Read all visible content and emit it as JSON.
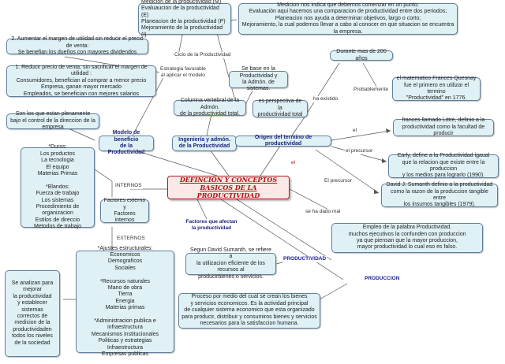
{
  "central": "DEFINCIÓN Y CONCEPTOS\nBASICOS DE LA PRODUCTIVIDAD",
  "nodes": {
    "fases": "Medicion de la productividad          (M)\nEvaluaucion de la productividad     (E)\nPlaneacion de la productividad       (P)\nMejoramiento de la productividad   (I)",
    "fases_desc": "Medicion nos indica que debemos comenzar en un punto;\nEvaluación aqui hacemos una comparacion de productividad entre dos periodos;\nPlaneacion nos ayuda a determinar objetivos, largo o corto;\nMejoramiento, la cual podemos llevar a cabo al conocer en que situacion se encuentra la empresa.",
    "aumentar_margen": "2. Aumentar el margen de utilidad sin reducir el precio de venta:\nSe benefian los dueños con mayores dividendos",
    "reducir_precio": "1. Reducir precio de venta, sin sacrificar el margen de utilidad :\nConsumidores, benefician al comprar a menor precio\nEmpresa, ganan mayor mercado\nEmpleados, se benefician con mejores salarios",
    "base_productividad": "Se base en la Productividad y\nla Admón. de sistemas.",
    "durante_200": "Durante mas de 200 años",
    "quesnay": "el matematico Frances Quesnay\nfue el primero en utilizar el termino\n\"Productividad\" en 1776.",
    "columna_vertebral": "Columna vertebral de la Admón.\nde la productividad total.",
    "perspectiva": "es perspectiva de la\nproductividad total",
    "objetos": "Son los que estan plenamente\nbajo el control de la direccion de la empresa",
    "modelo_beneficio": "Modelo de beneficio\nde la Productividad",
    "ingenieria": "Ingeniería y admón.\nde la Productividad",
    "origen": "Origen del termino de productividad",
    "littre": "frances llamado Littré, definio a la\nproductividad como la facultad de producir",
    "early": "Early, define a la Productividad igaual\nque la relacion que existe entre la produccion\ny los medios para lograrlo (1990).",
    "sumanth_1979": "David J. Sumanth definio a la productividad\ncomo la razon de la produccion tangible entre\nlos insumos tangibles (1979).",
    "duros": "*Duros:\nLos productos\nLa tecnologia\nEl equipo\nMaterias Primas\n\n*Blandos:\nFuerza de trabajo\nLos sistemas\nProcedimiento de organizacion\nEstilos de direccio\nMetodos de trabajo",
    "factores_ext_int": "Factores externo\ny\nFactores internos",
    "factores_afectan": "Factores que afectan\nla productividad",
    "empleo": "Empleo de la palabra Productividad.\nmuchos ejecutivos la confunden con produccion\nya que piensan que la mayor produccion,\nmayor productividad lo cual eso es falso.",
    "sumanth_def": "Segun David Sumanth, se refiere a\nla utilizacion eficiente de los recursos al\nproducirbienes o servicios.",
    "ajustes": "*Ajustes estructurales:\nEconomicos\nDemograficos\nSociales\n\n*Recursos naturales\nMano de obra\nTierra\nEnergia\nMaterias primas\n\n*Administracion publica e infraestructura\nMecanismos institucionales\nPoliticas y estrategias\nInfraestructura\nEmpresas publicas",
    "se_analizan": "Se analizan para mejorar\nla productividad\ny establecer sistemas\ncorrectos de\nmedicion de la\nproductividaden\ntodos los niveles\nde la sociedad",
    "proceso": "Proceso por medio del cual se crean los bienes\ny servicios economicos. Es la actividad principal\nde cualquier sistema economico que esta organizado\npara producir, distribuir y consumiros bienes y servicios\nnecesarios para la satisfaccion humana."
  },
  "labels": {
    "ciclo": "Ciclo de la Productividad",
    "estrategia": "Estrategia favorable\nal aplicar el modelo",
    "ha_existido": "ha existido",
    "probablemente": "Probablemente",
    "el_1": "el",
    "el_precursor": "el precursor",
    "el_precursor_2": "El precursor",
    "el_red": "el",
    "internos": "INTERNOS",
    "externos": "EXTERNOS",
    "se_ha_dado_mal": "se ha dado mal",
    "productividad": "PRODUCTIVIDAD",
    "produccion": "PRODUCCION"
  }
}
